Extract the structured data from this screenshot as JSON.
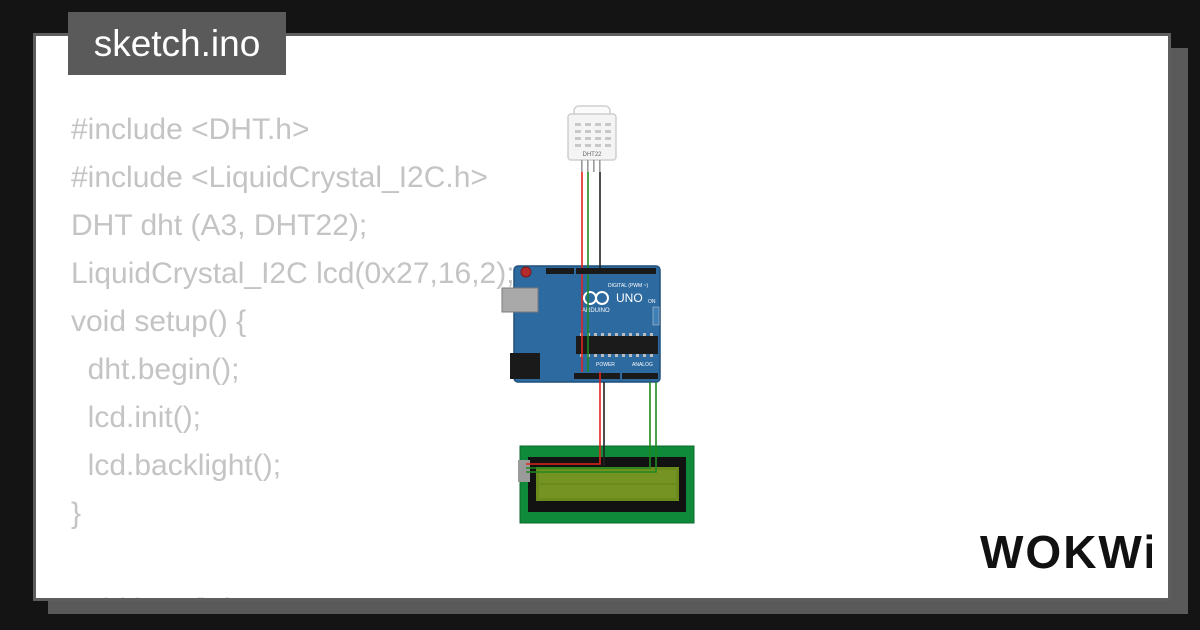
{
  "file_tab": {
    "label": "sketch.ino"
  },
  "code_lines": [
    "#include <DHT.h>",
    "#include <LiquidCrystal_I2C.h>",
    "DHT dht (A3, DHT22);",
    "LiquidCrystal_I2C lcd(0x27,16,2);",
    "void setup() {",
    "  dht.begin();",
    "  lcd.init();",
    "  lcd.backlight();",
    "}",
    "",
    "void loop() {"
  ],
  "sensor": {
    "label": "DHT22"
  },
  "board": {
    "logo_text": "UNO",
    "brand": "ARDUINO",
    "digital_label": "DIGITAL (PWM ~)",
    "analog_label": "ANALOG",
    "power_label": "POWER",
    "on_label": "ON"
  },
  "brand_logo": {
    "text": "WOKWi"
  },
  "colors": {
    "background": "#141414",
    "tab": "#5a5a5a",
    "code_text": "#c4c4c4",
    "board_blue": "#2d6aa0",
    "lcd_green": "#0f8a3a",
    "lcd_screen": "#6b8a1c",
    "wire_red": "#e0241b",
    "wire_green": "#1e8a1e",
    "wire_black": "#222222"
  }
}
